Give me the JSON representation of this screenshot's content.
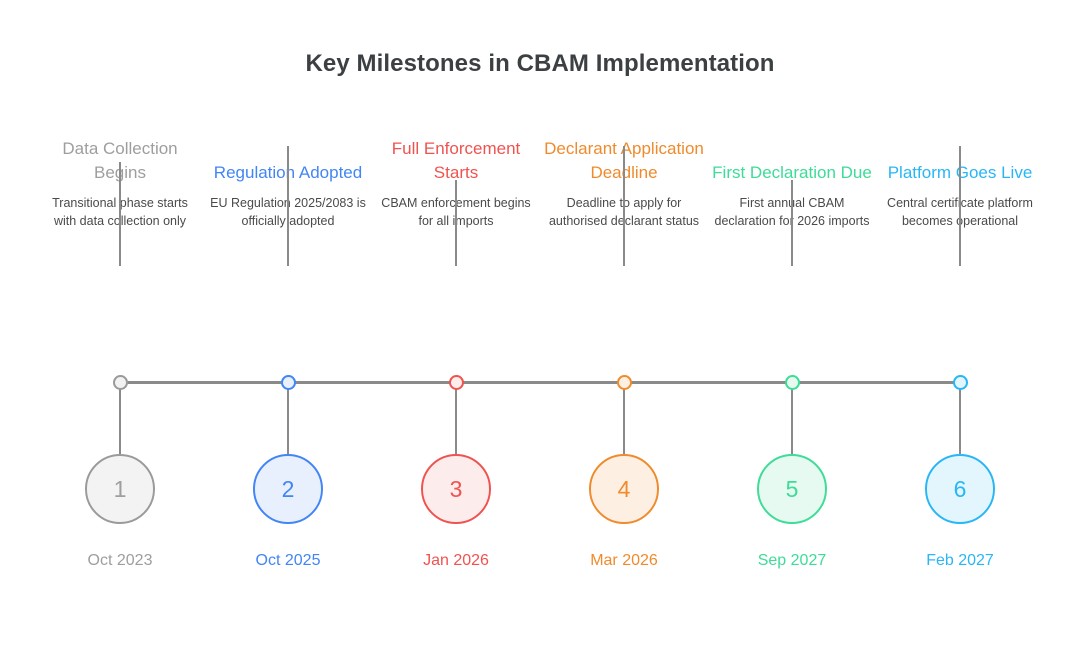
{
  "title": "Key Milestones in CBAM Implementation",
  "timeline": {
    "axis_color": "#8a8a8a",
    "milestones": [
      {
        "number": "1",
        "heading": "Data Collection Begins",
        "description": "Transitional phase starts with data collection only",
        "date": "Oct 2023",
        "color": "#9e9e9e",
        "fill": "#f3f3f3",
        "border": "#9a9a9a",
        "dot_fill": "#f2f2f2",
        "connector_height": 104
      },
      {
        "number": "2",
        "heading": "Regulation Adopted",
        "description": "EU Regulation 2025/2083 is officially adopted",
        "date": "Oct 2025",
        "color": "#4285f4",
        "fill": "#e8f0fe",
        "border": "#4285f4",
        "dot_fill": "#e8f0fe",
        "connector_height": 120
      },
      {
        "number": "3",
        "heading": "Full Enforcement Starts",
        "description": "CBAM enforcement begins for all imports",
        "date": "Jan 2026",
        "color": "#ef5350",
        "fill": "#fdecec",
        "border": "#ef5350",
        "dot_fill": "#fdecec",
        "connector_height": 86
      },
      {
        "number": "4",
        "heading": "Declarant Application Deadline",
        "description": "Deadline to apply for authorised declarant status",
        "date": "Mar 2026",
        "color": "#ef8b2c",
        "fill": "#fdf0e3",
        "border": "#ef8b2c",
        "dot_fill": "#fdf0e3",
        "connector_height": 120
      },
      {
        "number": "5",
        "heading": "First Declaration Due",
        "description": "First annual CBAM declaration for 2026 imports",
        "date": "Sep 2027",
        "color": "#3ddc97",
        "fill": "#e6faf1",
        "border": "#3ddc97",
        "dot_fill": "#e6faf1",
        "connector_height": 86
      },
      {
        "number": "6",
        "heading": "Platform Goes Live",
        "description": "Central certificate platform becomes operational",
        "date": "Feb 2027",
        "color": "#29b6f6",
        "fill": "#e3f6fd",
        "border": "#29b6f6",
        "dot_fill": "#e3f6fd",
        "connector_height": 120
      }
    ]
  },
  "chart_data": {
    "type": "table",
    "title": "Key Milestones in CBAM Implementation",
    "categories": [
      "Oct 2023",
      "Oct 2025",
      "Jan 2026",
      "Mar 2026",
      "Sep 2027",
      "Feb 2027"
    ],
    "values": [
      1,
      2,
      3,
      4,
      5,
      6
    ],
    "xlabel": "",
    "ylabel": "",
    "legend_position": "none",
    "grid": false,
    "annotations": [
      "Data Collection Begins — Transitional phase starts with data collection only",
      "Regulation Adopted — EU Regulation 2025/2083 is officially adopted",
      "Full Enforcement Starts — CBAM enforcement begins for all imports",
      "Declarant Application Deadline — Deadline to apply for authorised declarant status",
      "First Declaration Due — First annual CBAM declaration for 2026 imports",
      "Platform Goes Live — Central certificate platform becomes operational"
    ]
  }
}
